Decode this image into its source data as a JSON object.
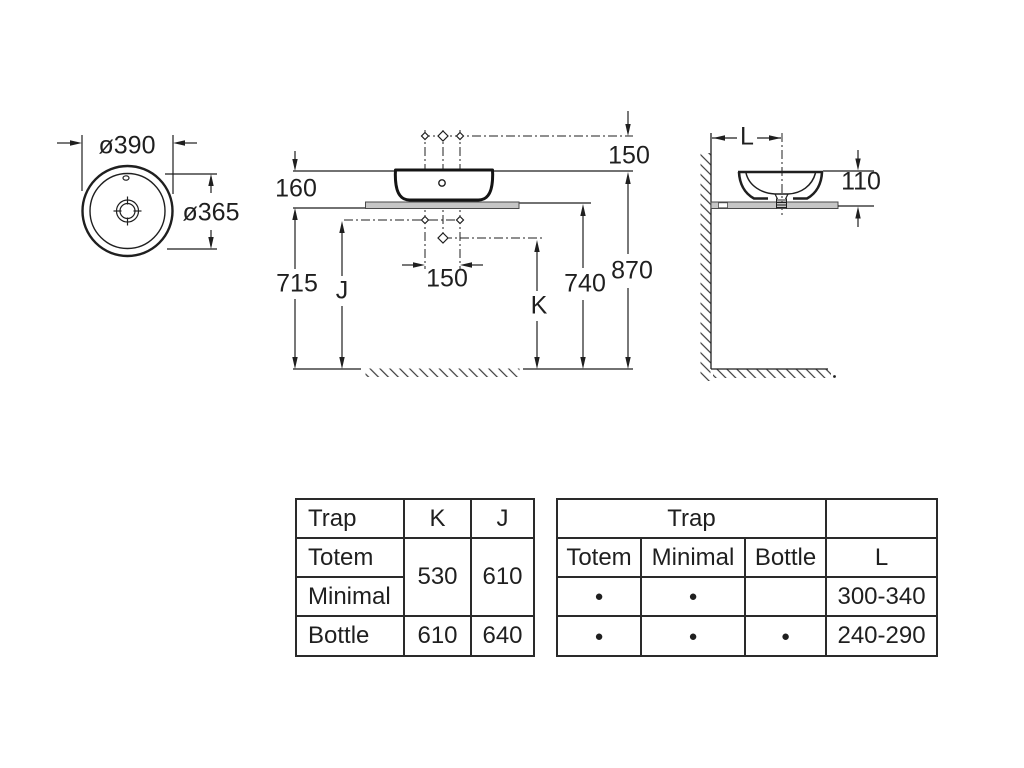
{
  "drawing_labels": {
    "top_view": {
      "outer_diameter": "ø390",
      "inner_diameter": "ø365"
    },
    "front_view": {
      "rim_to_tap": "150",
      "rim_above_counter": "160",
      "counter_underside_height": "715",
      "trap_j": "J",
      "tap_hole_spacing": "150",
      "trap_k": "K",
      "counter_top_height": "740",
      "rim_total_height": "870"
    },
    "side_view": {
      "wall_to_center": "L",
      "bowl_height": "110"
    }
  },
  "tables": {
    "trap_kj": {
      "h_trap": "Trap",
      "h_k": "K",
      "h_j": "J",
      "r_totem": "Totem",
      "r_minimal": "Minimal",
      "r_bottle": "Bottle",
      "v_k_totem_minimal": "530",
      "v_j_totem_minimal": "610",
      "v_k_bottle": "610",
      "v_j_bottle": "640"
    },
    "trap_l": {
      "h_trap": "Trap",
      "h_totem": "Totem",
      "h_minimal": "Minimal",
      "h_bottle": "Bottle",
      "h_l": "L",
      "r1_totem": "●",
      "r1_minimal": "●",
      "r1_bottle": "",
      "r1_l": "300-340",
      "r2_totem": "●",
      "r2_minimal": "●",
      "r2_bottle": "●",
      "r2_l": "240-290"
    }
  },
  "colors": {
    "line": "#1f1f1f",
    "counter_fill": "#c6c6c6",
    "background": "#ffffff"
  }
}
